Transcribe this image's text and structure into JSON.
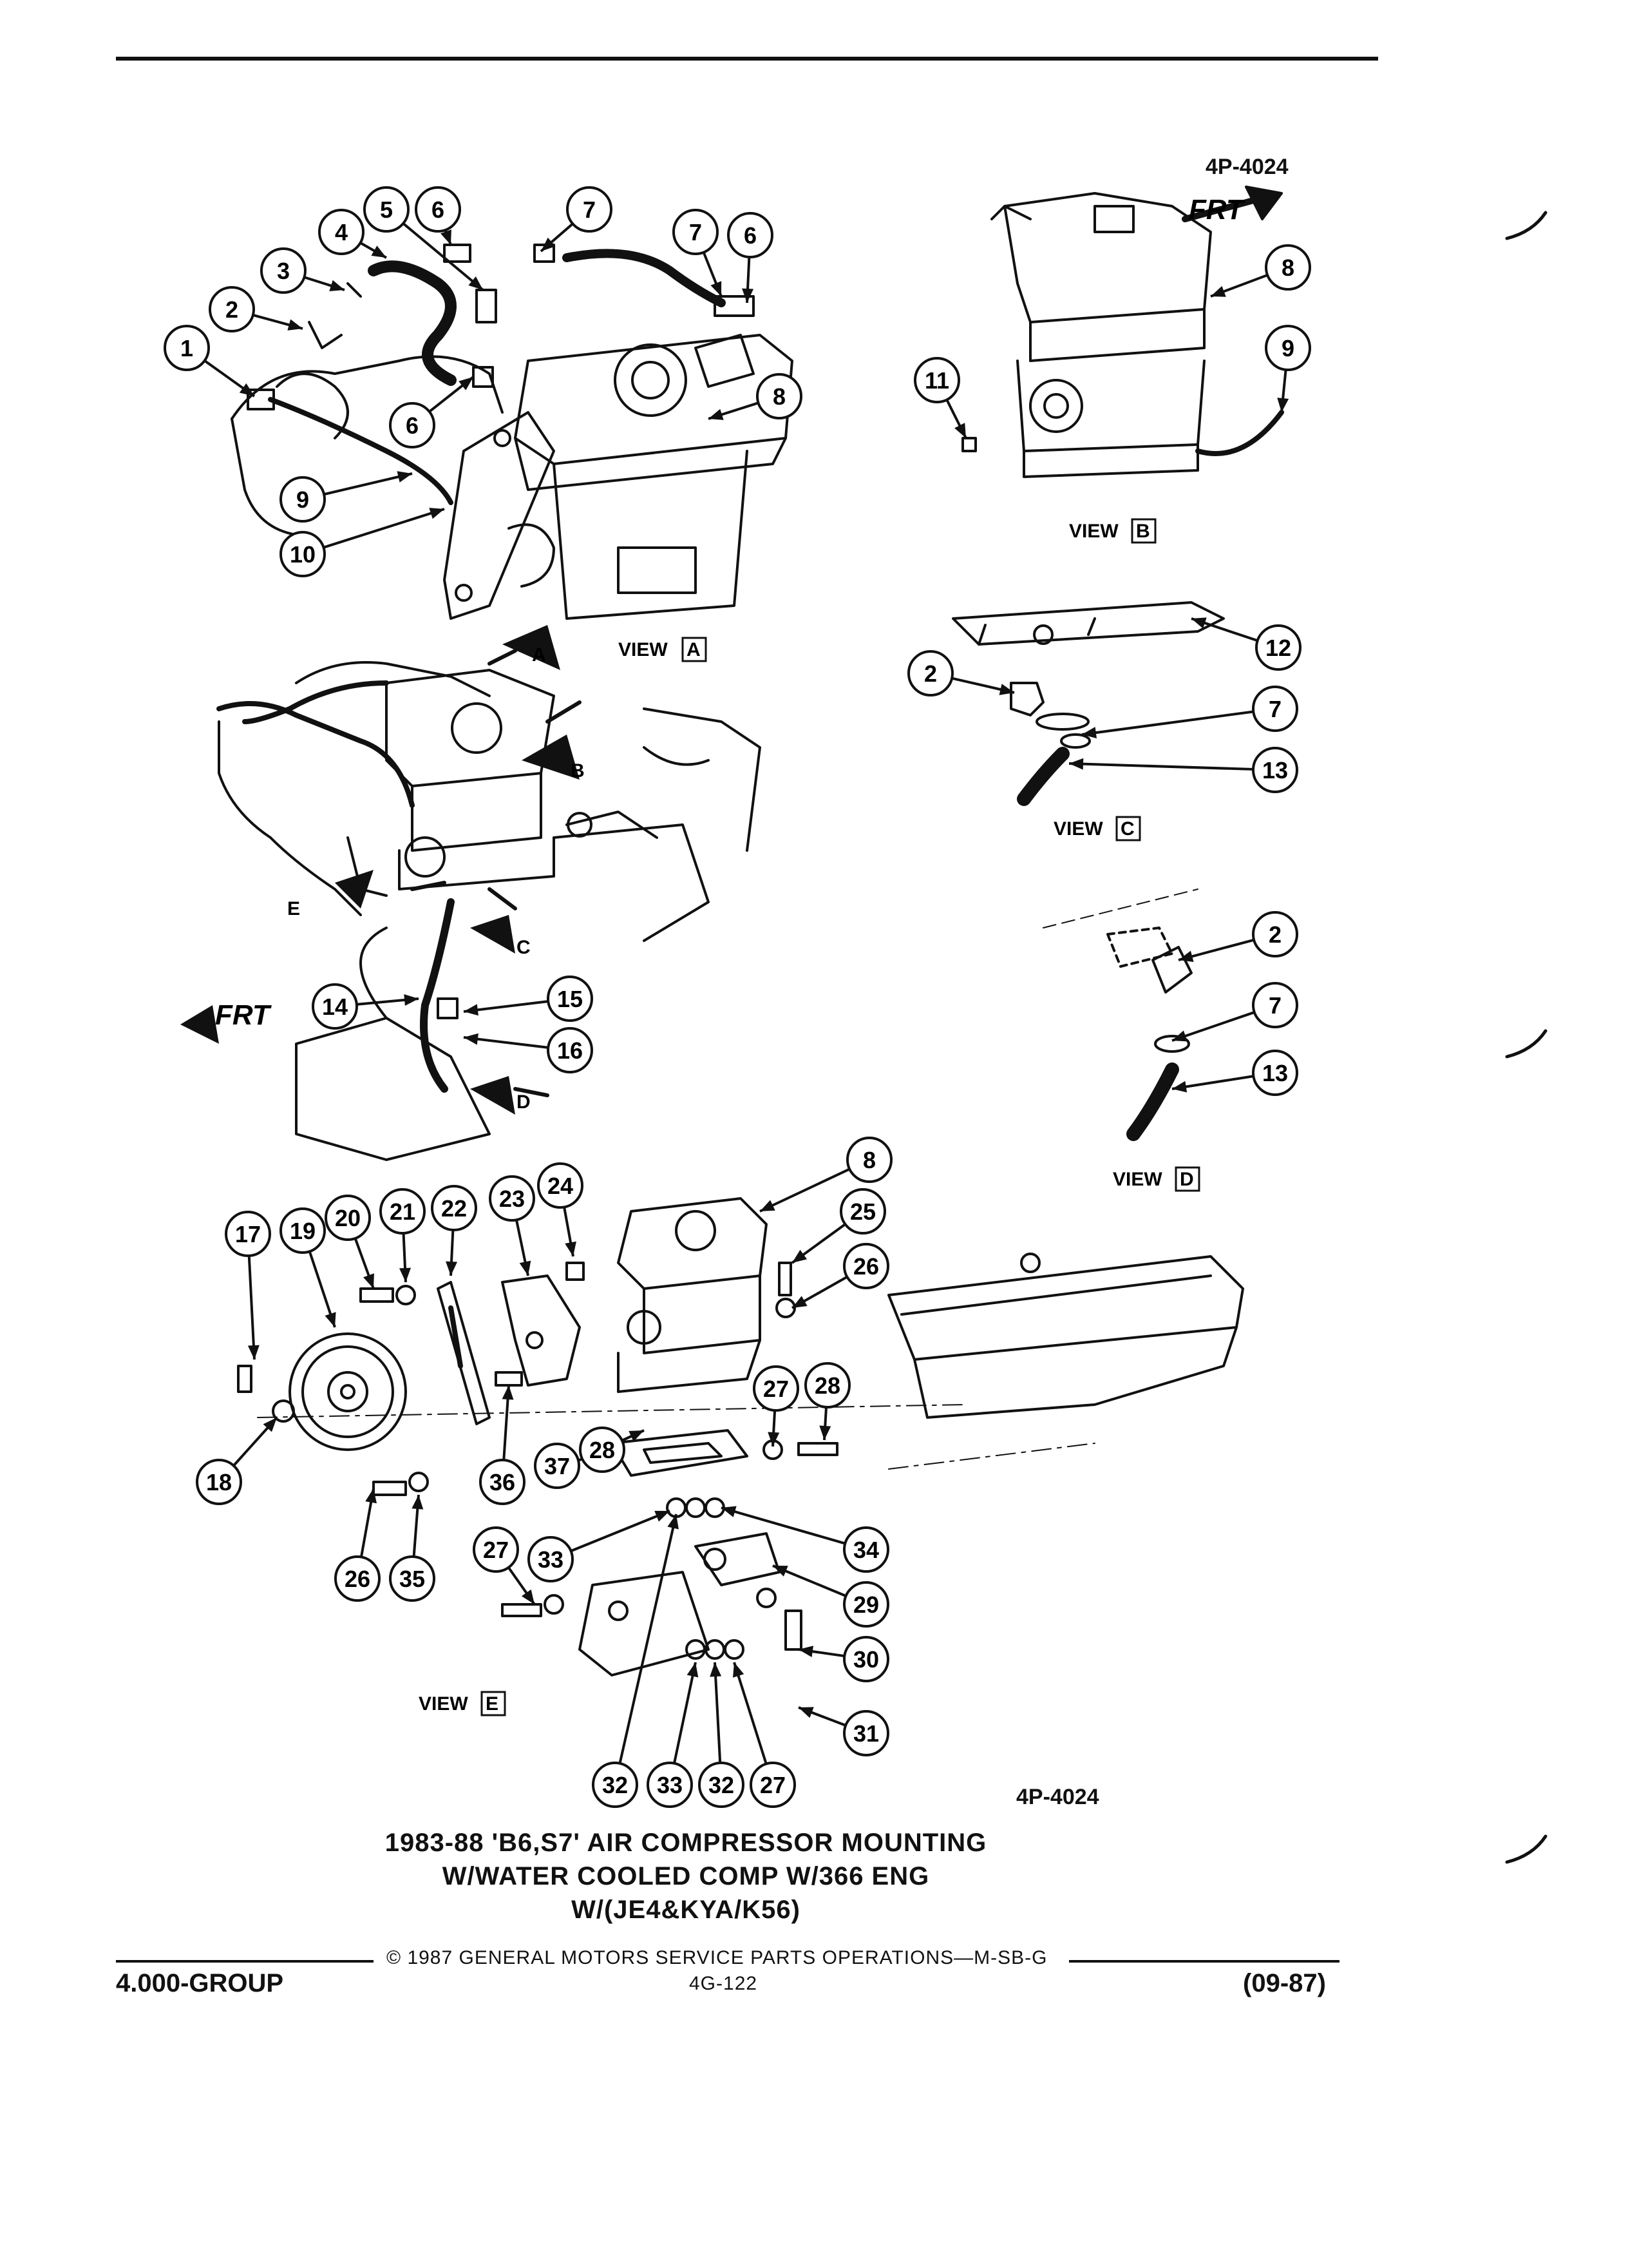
{
  "figure_id_top": "4P-4024",
  "figure_id_bottom": "4P-4024",
  "title_lines": [
    "1983-88 'B6,S7' AIR COMPRESSOR MOUNTING",
    "W/WATER COOLED COMP W/366 ENG",
    "W/(JE4&KYA/K56)"
  ],
  "copyright": "© 1987 GENERAL MOTORS SERVICE PARTS OPERATIONS—M-SB-G",
  "page_number": "4G-122",
  "group_label": "4.000-GROUP",
  "date_code": "(09-87)",
  "views": {
    "view_word": "VIEW",
    "a": "A",
    "b": "B",
    "c": "C",
    "d": "D",
    "e": "E"
  },
  "frt_label": "FRT",
  "callouts": {
    "view_a": [
      "1",
      "2",
      "3",
      "4",
      "5",
      "6",
      "7",
      "7",
      "6",
      "6",
      "8",
      "9",
      "10"
    ],
    "view_b": [
      "11",
      "8",
      "9"
    ],
    "view_c": [
      "12",
      "2",
      "7",
      "13"
    ],
    "view_d": [
      "2",
      "7",
      "13"
    ],
    "main": [
      "14",
      "15",
      "16"
    ],
    "view_e": [
      "8",
      "17",
      "18",
      "19",
      "20",
      "21",
      "22",
      "23",
      "24",
      "25",
      "26",
      "27",
      "28",
      "29",
      "30",
      "31",
      "32",
      "33",
      "32",
      "27",
      "33",
      "34",
      "26",
      "35",
      "36",
      "37",
      "28",
      "27"
    ]
  }
}
